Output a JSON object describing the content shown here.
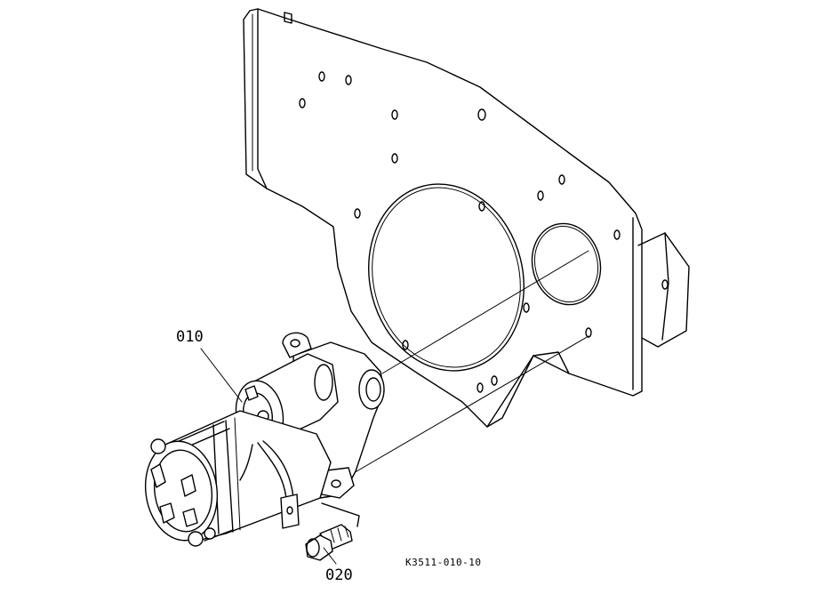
{
  "diagram": {
    "parts": [
      {
        "ref": "010",
        "icon": "starter-motor-icon"
      },
      {
        "ref": "020",
        "icon": "bolt-icon"
      }
    ],
    "drawing_code": "K3511-010-10"
  }
}
